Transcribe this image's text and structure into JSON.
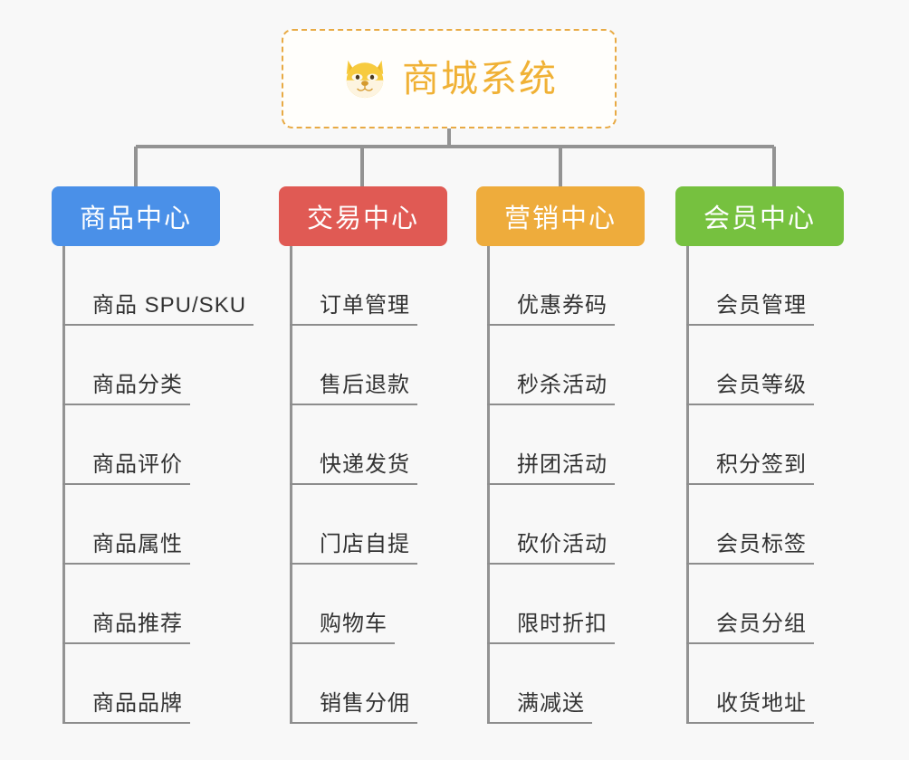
{
  "diagram": {
    "title": "商城系统",
    "root_icon": "shiba-dog-face-icon",
    "background_color": "#f8f8f8",
    "root_border_color": "#e8aa44",
    "root_text_color": "#f0b135",
    "connector_color": "#939393",
    "branches": [
      {
        "label": "商品中心",
        "color": "#4a90e8",
        "items": [
          "商品 SPU/SKU",
          "商品分类",
          "商品评价",
          "商品属性",
          "商品推荐",
          "商品品牌"
        ]
      },
      {
        "label": "交易中心",
        "color": "#e05a54",
        "items": [
          "订单管理",
          "售后退款",
          "快递发货",
          "门店自提",
          "购物车",
          "销售分佣"
        ]
      },
      {
        "label": "营销中心",
        "color": "#eeac3c",
        "items": [
          "优惠券码",
          "秒杀活动",
          "拼团活动",
          "砍价活动",
          "限时折扣",
          "满减送"
        ]
      },
      {
        "label": "会员中心",
        "color": "#76c13f",
        "items": [
          "会员管理",
          "会员等级",
          "积分签到",
          "会员标签",
          "会员分组",
          "收货地址"
        ]
      }
    ]
  }
}
